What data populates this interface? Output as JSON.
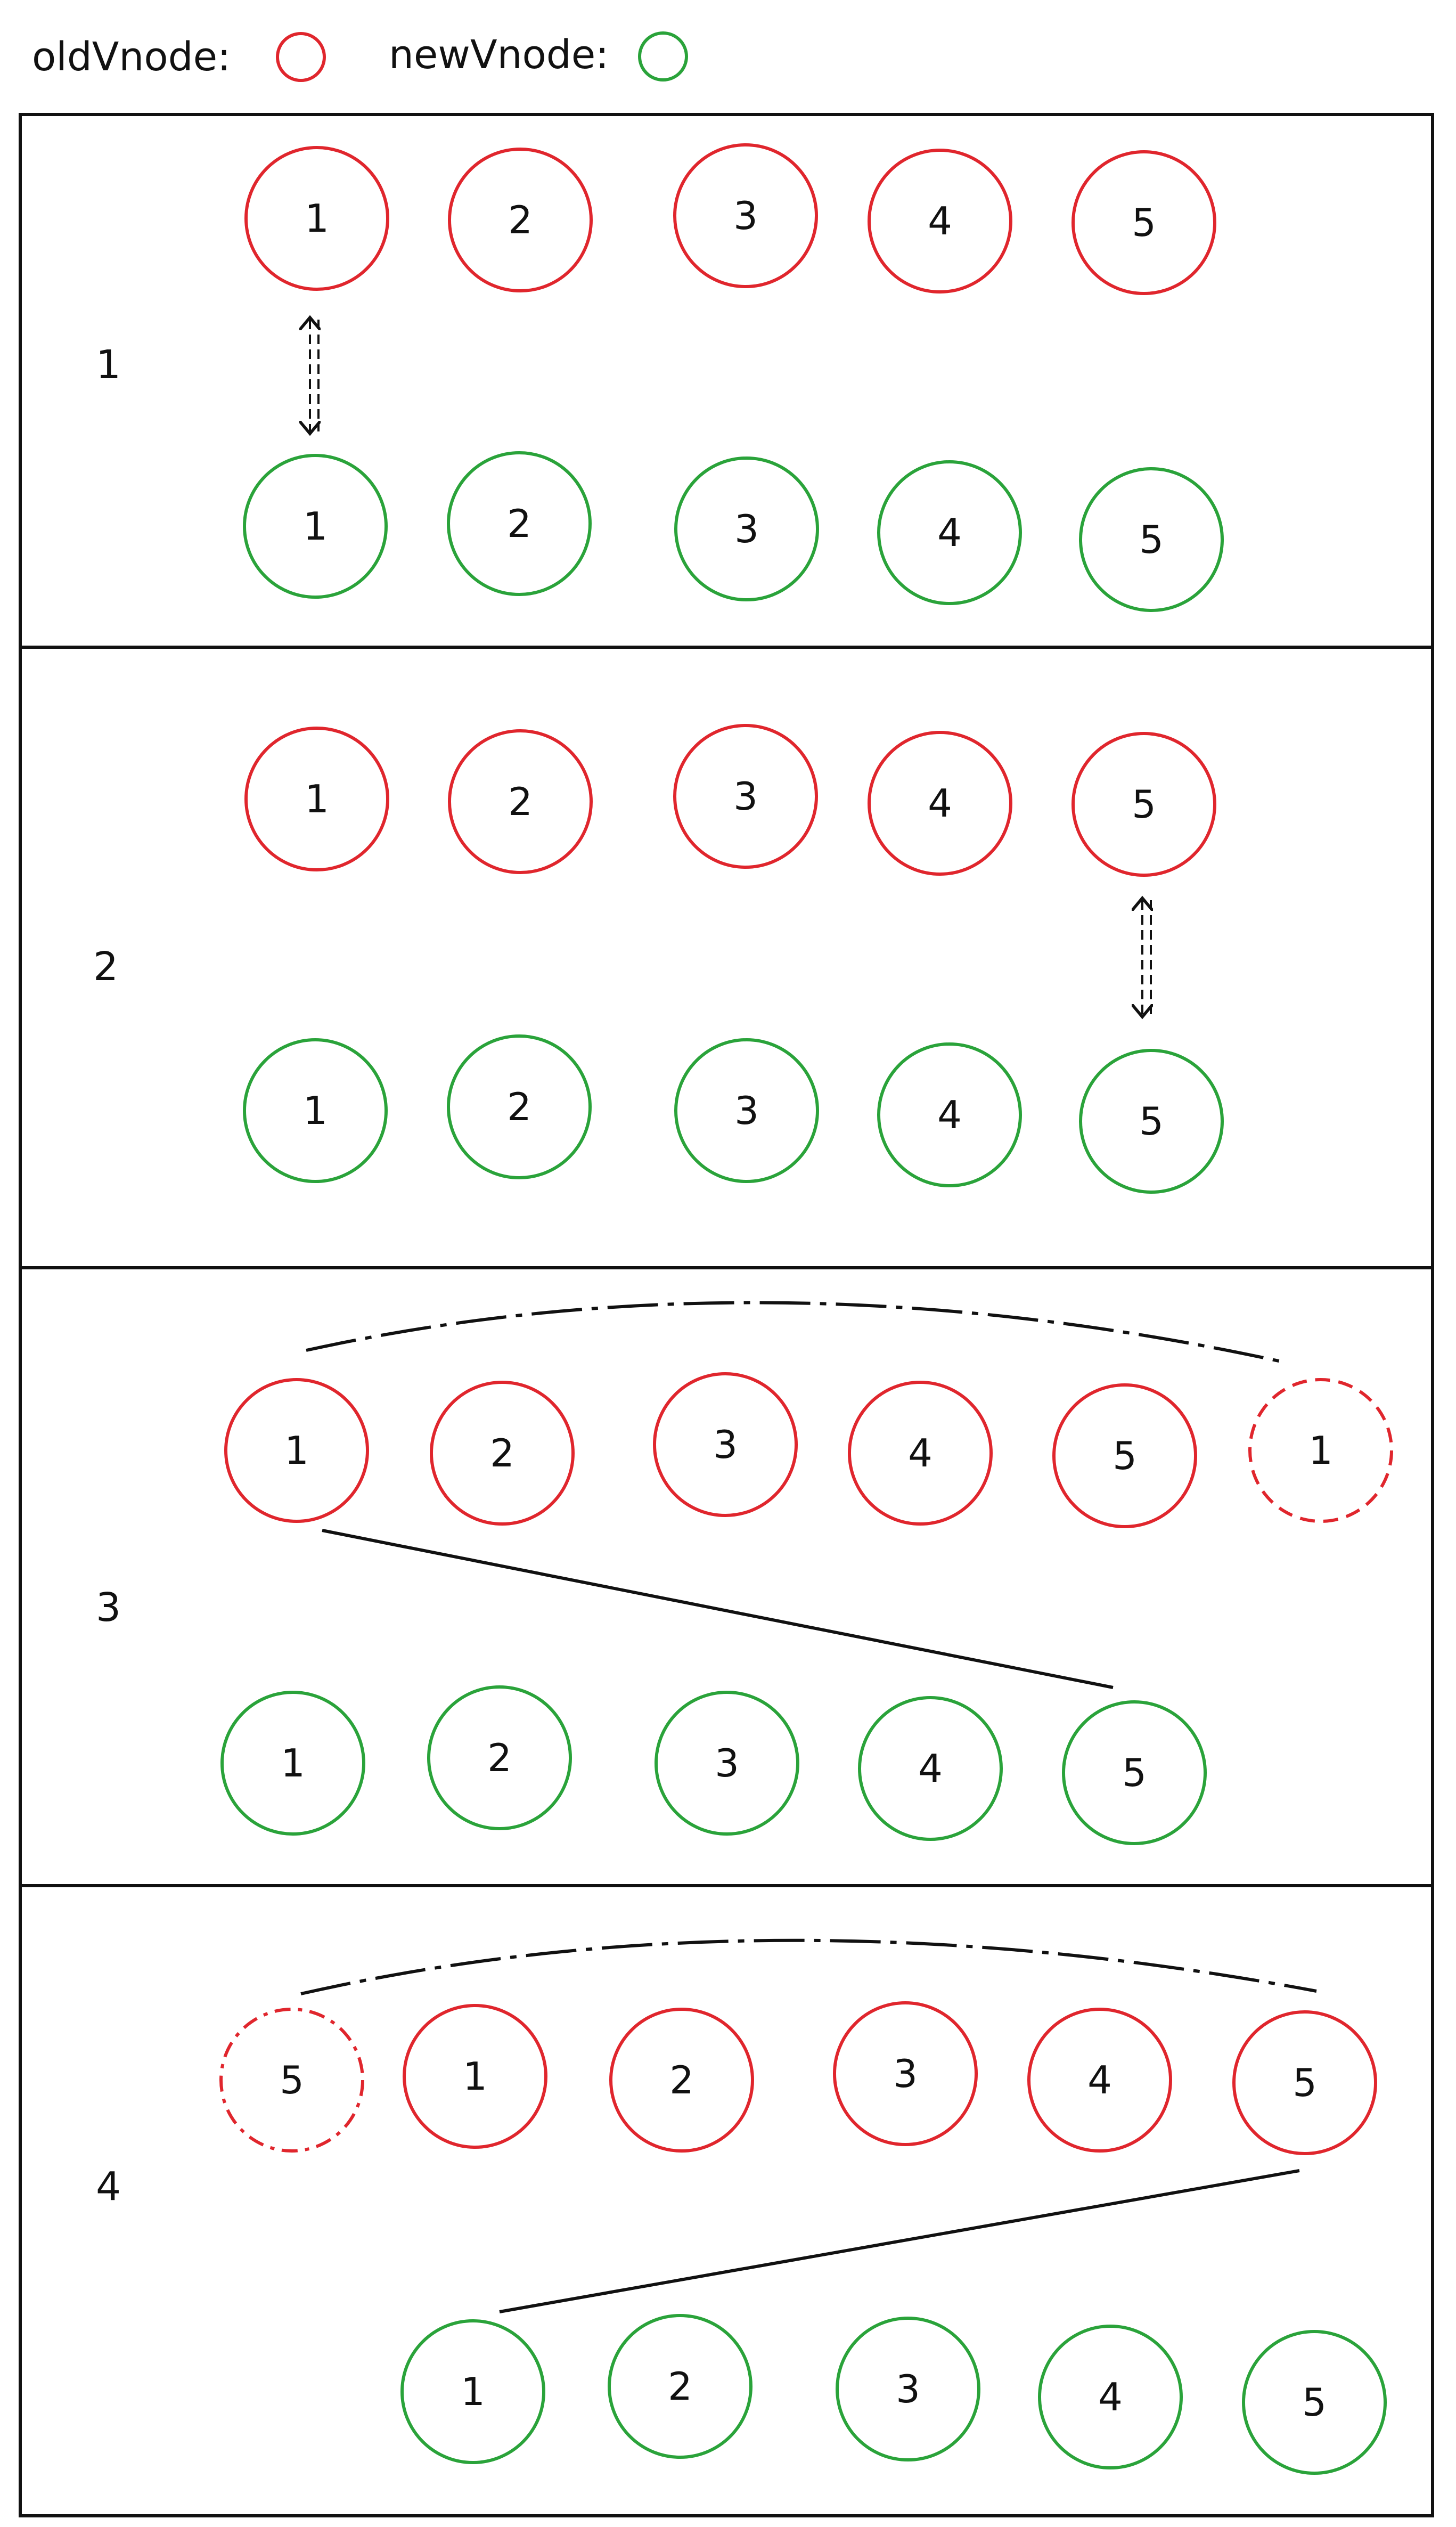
{
  "legend": {
    "old_label": "oldVnode:",
    "new_label": "newVnode:",
    "old_color": "#e0262d",
    "new_color": "#2aa33a"
  },
  "panels": [
    {
      "label": "1",
      "old_nodes": [
        "1",
        "2",
        "3",
        "4",
        "5"
      ],
      "new_nodes": [
        "1",
        "2",
        "3",
        "4",
        "5"
      ],
      "connector": "double-arrow-first"
    },
    {
      "label": "2",
      "old_nodes": [
        "1",
        "2",
        "3",
        "4",
        "5"
      ],
      "new_nodes": [
        "1",
        "2",
        "3",
        "4",
        "5"
      ],
      "connector": "double-arrow-last"
    },
    {
      "label": "3",
      "old_nodes": [
        "1",
        "2",
        "3",
        "4",
        "5"
      ],
      "ghost_old_node": "1",
      "new_nodes": [
        "1",
        "2",
        "3",
        "4",
        "5"
      ],
      "connector": "old-first-to-new-last"
    },
    {
      "label": "4",
      "old_nodes": [
        "1",
        "2",
        "3",
        "4",
        "5"
      ],
      "ghost_old_node": "5",
      "new_nodes": [
        "1",
        "2",
        "3",
        "4",
        "5"
      ],
      "connector": "old-last-to-new-first"
    }
  ]
}
